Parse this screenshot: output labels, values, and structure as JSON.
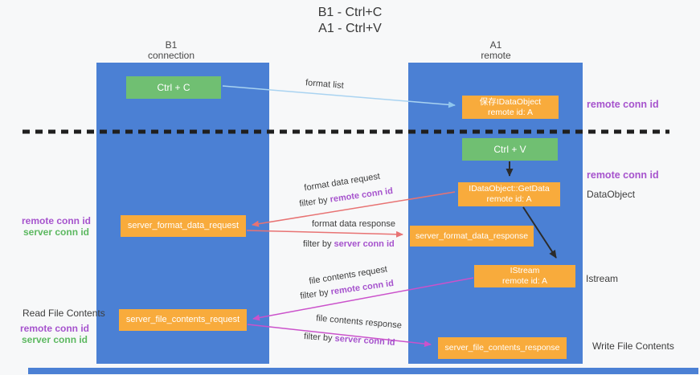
{
  "title": {
    "line1": "B1 - Ctrl+C",
    "line2": "A1 - Ctrl+V"
  },
  "lanes": {
    "b1": {
      "name": "B1",
      "role": "connection"
    },
    "a1": {
      "name": "A1",
      "role": "remote"
    }
  },
  "nodes": {
    "ctrl_c": {
      "label": "Ctrl + C"
    },
    "save_idataobject": {
      "line1": "保存IDataObject",
      "line2": "remote id: A"
    },
    "ctrl_v": {
      "label": "Ctrl + V"
    },
    "idataobject_getdata": {
      "line1": "IDataObject::GetData",
      "line2": "remote id: A"
    },
    "server_format_data_request": {
      "label": "server_format_data_request"
    },
    "server_format_data_response": {
      "label": "server_format_data_response"
    },
    "istream": {
      "line1": "IStream",
      "line2": "remote id: A"
    },
    "server_file_contents_request": {
      "label": "server_file_contents_request"
    },
    "server_file_contents_response": {
      "label": "server_file_contents_response"
    }
  },
  "edge_labels": {
    "format_list": "format list",
    "format_data_request": {
      "text": "format data request",
      "filter_prefix": "filter by",
      "filter_value": "remote conn id"
    },
    "format_data_response": {
      "text": "format data response",
      "filter_prefix": "filter by",
      "filter_value": "server conn id"
    },
    "file_contents_request": {
      "text": "file contents request",
      "filter_prefix": "filter by",
      "filter_value": "remote conn id"
    },
    "file_contents_response": {
      "text": "file contents response",
      "filter_prefix": "filter by",
      "filter_value": "server conn id"
    }
  },
  "side_labels": {
    "right_remote_conn_top": "remote conn id",
    "right_remote_conn_mid": "remote conn id",
    "dataobject": "DataObject",
    "istream": "Istream",
    "write_file_contents": "Write File Contents",
    "read_file_contents": "Read File Contents",
    "left_mid": {
      "line1": "remote conn id",
      "line2": "server conn id"
    },
    "left_bottom": {
      "line1": "remote conn id",
      "line2": "server conn id"
    }
  },
  "colors": {
    "lane_blue": "#4b80d4",
    "node_green": "#70bf72",
    "node_orange": "#f8ab3c",
    "remote_conn_purple": "#a653cd",
    "server_conn_green": "#5cb860",
    "arrow_red": "#e87373",
    "arrow_magenta": "#cb52cb",
    "arrow_lightblue": "#a9d3f1",
    "arrow_black": "#2b2b2b"
  }
}
